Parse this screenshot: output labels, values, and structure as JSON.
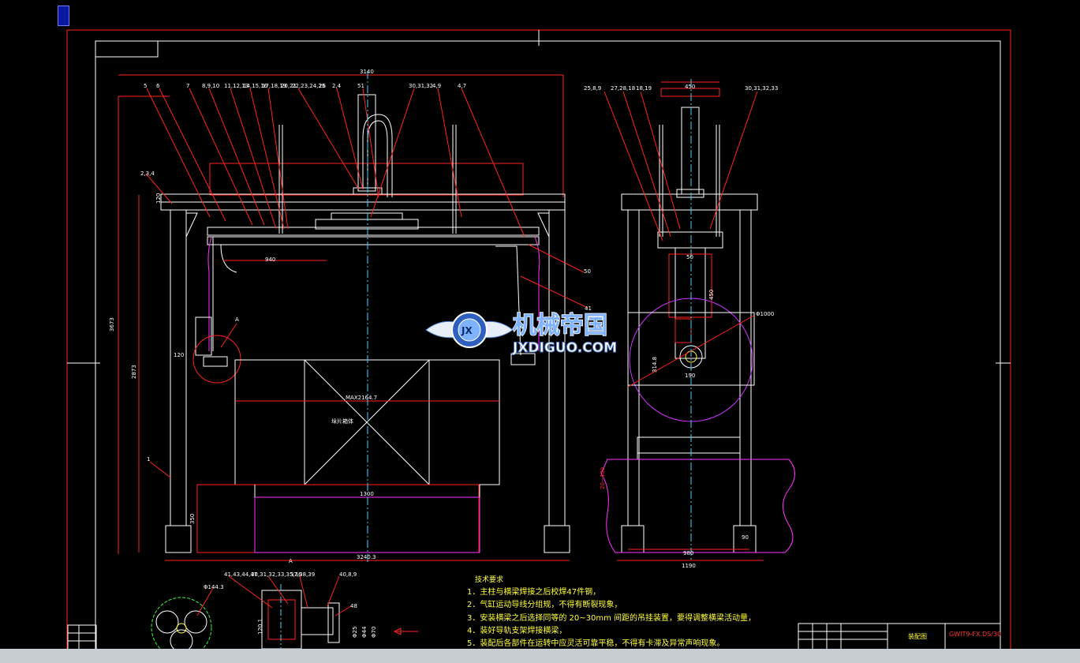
{
  "drawing": {
    "front_view": {
      "width_top": "3140",
      "width_bottom": "3240.3",
      "height_total": "3673",
      "height_inner": "2873",
      "beam_dim": "940",
      "max_span": "MAX2164.7",
      "box_label": "垛片箱体",
      "base_width": "1300",
      "base_height": "350",
      "left_small_dims": [
        "120",
        "120",
        "2,3,4"
      ],
      "right_callouts": [
        "50",
        "41"
      ],
      "section_mark": "A",
      "bottom_mark": "A",
      "left_callout": "1",
      "top_callouts": [
        "5",
        "6",
        "7",
        "8,9,10",
        "11,12,13",
        "14,15,16",
        "17,18,19",
        "20,21",
        "22,23,24,25",
        "26",
        "2,4",
        "51",
        "30,31,32",
        "4,9",
        "4,7"
      ]
    },
    "side_view": {
      "top_width": "450",
      "height_dim": "450",
      "circle_dia": "Φ1000",
      "small_dim": "50",
      "dim_314": "314.8",
      "small_190": "190",
      "base_inner": "980",
      "base_outer": "1190",
      "dim_90": "90",
      "top_callouts": [
        "25,8,9",
        "27,28,18",
        "18,19",
        "30,31,32,33"
      ],
      "left_dims": "20~400"
    },
    "detail": {
      "circle_dia": "Φ144.3",
      "callouts": [
        "41,43,44,47",
        "30,31,32,33,35,36",
        "37,38,39",
        "40,8,9",
        "48"
      ],
      "dims": [
        "120.1",
        "Φ25",
        "Φ44",
        "Φ70"
      ]
    },
    "tech_notes": {
      "heading": "技术要求",
      "items": [
        "1．主柱与横梁焊接之后校焊47件钢，",
        "2．气缸运动导线分组规，不得有断裂现象，",
        "3．安装横梁之后选择同等的 20~30mm 间距的吊挂装置，要得调整横梁活动量，",
        "4．装好导轨支架焊接横梁，",
        "5．装配后各部件在运转中应灵活可靠平稳，不得有卡滞及异常声响现象。"
      ]
    },
    "title_block": {
      "drawing_name": "装配图",
      "drawing_number": "GWIT9-FX.DS/30"
    },
    "watermark": {
      "cn": "机械帝国",
      "en": "JXDIGUO.COM",
      "logo_letters": "JX"
    }
  }
}
